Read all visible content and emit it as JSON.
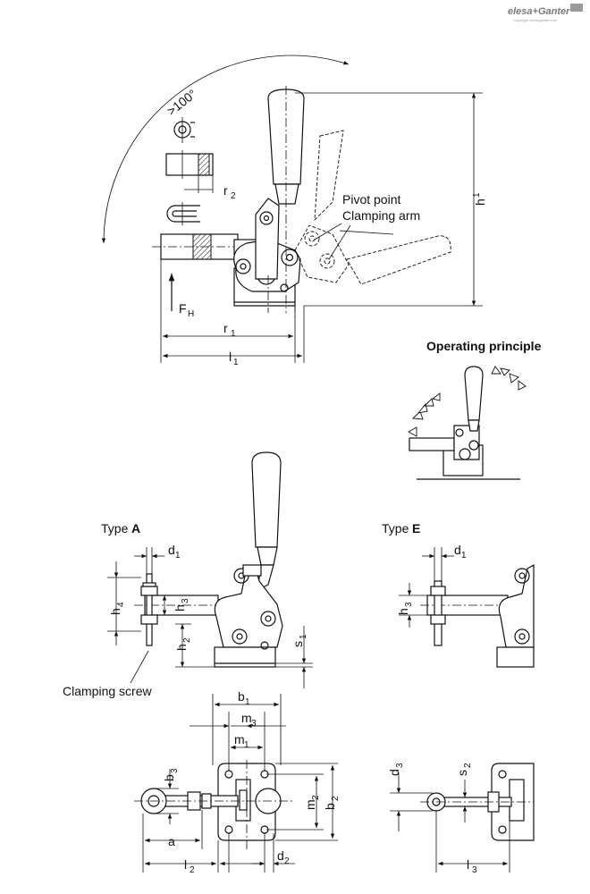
{
  "brand": {
    "logo_text": "elesa+Ganter",
    "logo_subtext": "Copyright elesa-ganter.com",
    "logo_color": "#7a7a7a"
  },
  "top_view": {
    "angle_label": ">100°",
    "r2": "r",
    "r2_sub": "2",
    "pivot_label_1": "Pivot point",
    "pivot_label_2": "Clamping arm",
    "h1": "h",
    "h1_sub": "1",
    "fh": "F",
    "fh_sub": "H",
    "r1": "r",
    "r1_sub": "1",
    "l1": "l",
    "l1_sub": "1"
  },
  "operating": {
    "title": "Operating principle"
  },
  "type_a": {
    "title_prefix": "Type ",
    "title_letter": "A",
    "d1": "d",
    "d1_sub": "1",
    "h4": "h",
    "h4_sub": "4",
    "h3": "h",
    "h3_sub": "3",
    "h2": "h",
    "h2_sub": "2",
    "s1": "s",
    "s1_sub": "1",
    "clamping_screw": "Clamping screw"
  },
  "type_e": {
    "title_prefix": "Type ",
    "title_letter": "E",
    "d1": "d",
    "d1_sub": "1",
    "h3": "h",
    "h3_sub": "3"
  },
  "bottom_view": {
    "b1": "b",
    "b1_sub": "1",
    "m3": "m",
    "m3_sub": "3",
    "m1": "m",
    "m1_sub": "1",
    "b3": "b",
    "b3_sub": "3",
    "m2": "m",
    "m2_sub": "2",
    "b2": "b",
    "b2_sub": "2",
    "a": "a",
    "l2": "l",
    "l2_sub": "2",
    "d2": "d",
    "d2_sub": "2"
  },
  "bottom_e": {
    "d3": "d",
    "d3_sub": "3",
    "s2": "s",
    "s2_sub": "2",
    "l3": "l",
    "l3_sub": "3"
  }
}
